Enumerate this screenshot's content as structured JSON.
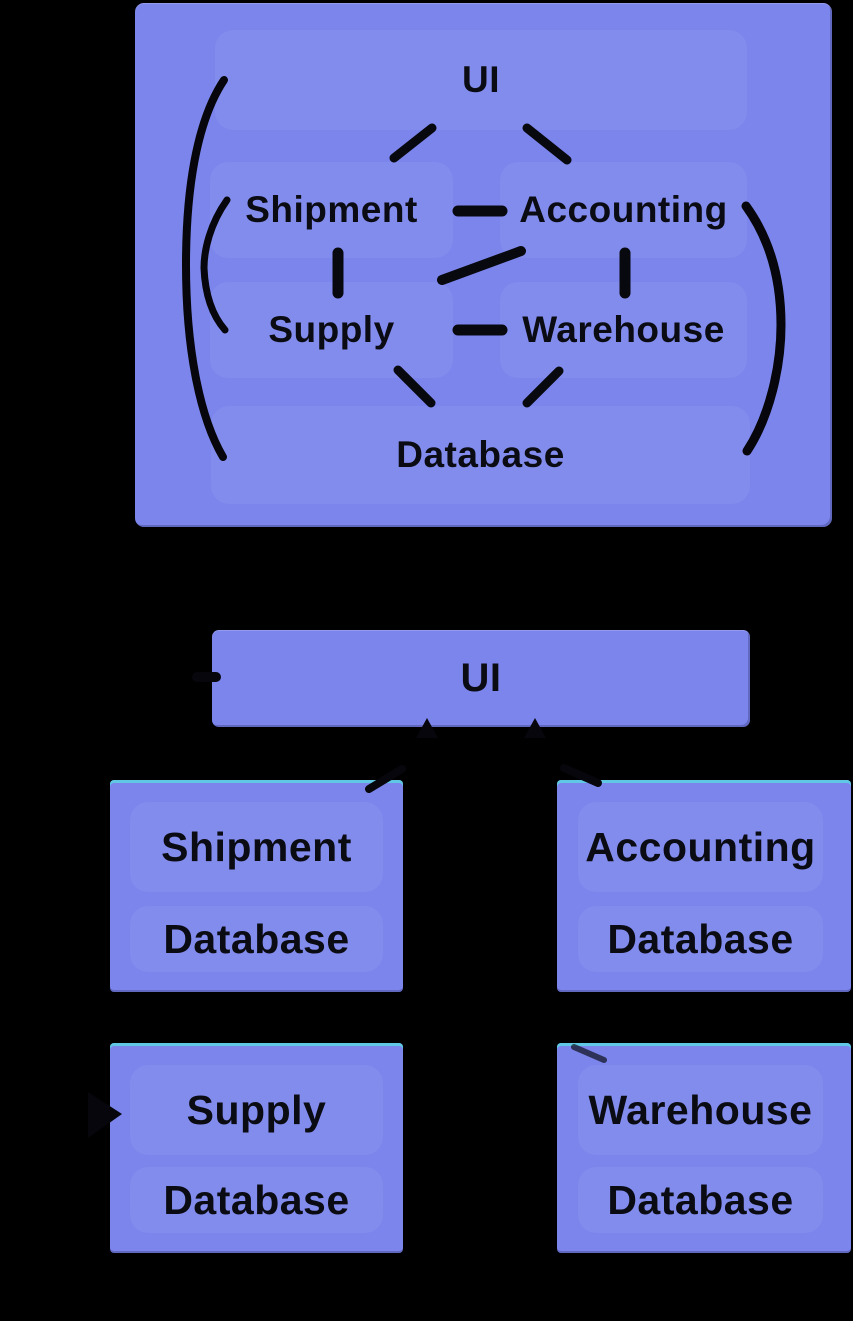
{
  "colors": {
    "background": "#000000",
    "box_purple": "#7b85ec",
    "inner_highlight": "#8790f0",
    "teal_edge": "#5ad8e2",
    "ink": "#0b0b14"
  },
  "monolith": {
    "nodes": {
      "ui": "UI",
      "shipment": "Shipment",
      "accounting": "Accounting",
      "supply": "Supply",
      "warehouse": "Warehouse",
      "database": "Database"
    },
    "connections": [
      [
        "UI",
        "Shipment"
      ],
      [
        "UI",
        "Accounting"
      ],
      [
        "Shipment",
        "Accounting"
      ],
      [
        "Shipment",
        "Supply"
      ],
      [
        "Accounting",
        "Supply"
      ],
      [
        "Accounting",
        "Warehouse"
      ],
      [
        "Supply",
        "Warehouse"
      ],
      [
        "Supply",
        "Database"
      ],
      [
        "Warehouse",
        "Database"
      ]
    ],
    "annotations": [
      "left-parenthesis-large",
      "left-parenthesis-small",
      "right-parenthesis"
    ]
  },
  "microservices": {
    "ui_label": "UI",
    "services": [
      {
        "name": "Shipment",
        "db": "Database"
      },
      {
        "name": "Accounting",
        "db": "Database"
      },
      {
        "name": "Supply",
        "db": "Database"
      },
      {
        "name": "Warehouse",
        "db": "Database"
      }
    ]
  }
}
